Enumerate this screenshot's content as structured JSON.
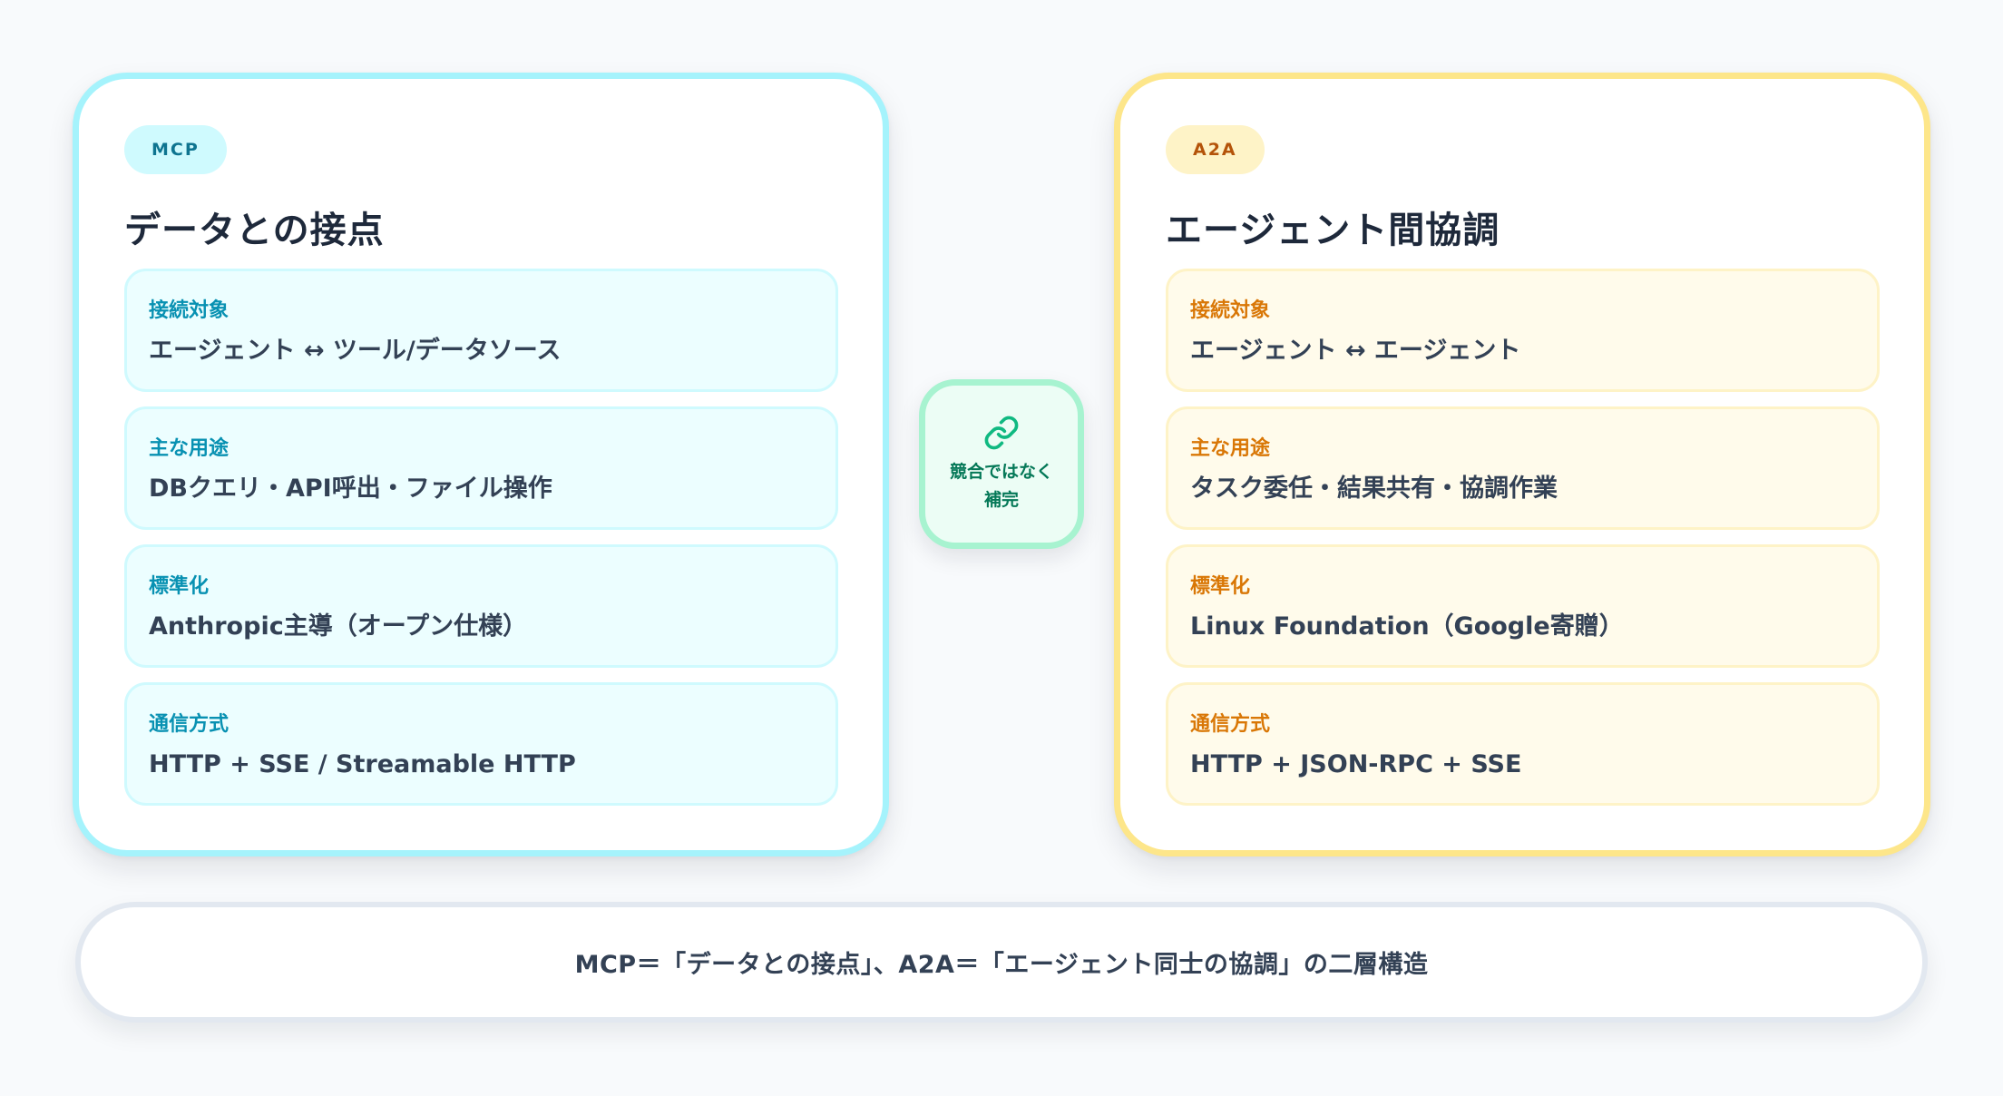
{
  "colors": {
    "mcp_border": "#a5f3fc",
    "mcp_accent": "#0891b2",
    "a2a_border": "#fde68a",
    "a2a_accent": "#d97706",
    "center_accent": "#10b981",
    "text_dark": "#1e293b"
  },
  "cards": [
    {
      "badge": "MCP",
      "title": "データとの接点",
      "items": [
        {
          "label": "接続対象",
          "value": "エージェント ↔ ツール/データソース"
        },
        {
          "label": "主な用途",
          "value": "DBクエリ・API呼出・ファイル操作"
        },
        {
          "label": "標準化",
          "value": "Anthropic主導（オープン仕様）"
        },
        {
          "label": "通信方式",
          "value": "HTTP + SSE / Streamable HTTP"
        }
      ]
    },
    {
      "badge": "A2A",
      "title": "エージェント間協調",
      "items": [
        {
          "label": "接続対象",
          "value": "エージェント ↔ エージェント"
        },
        {
          "label": "主な用途",
          "value": "タスク委任・結果共有・協調作業"
        },
        {
          "label": "標準化",
          "value": "Linux Foundation（Google寄贈）"
        },
        {
          "label": "通信方式",
          "value": "HTTP + JSON-RPC + SSE"
        }
      ]
    }
  ],
  "center": {
    "icon": "link-icon",
    "line1": "競合ではなく",
    "line2": "補完"
  },
  "summary": {
    "text": "MCP＝「データとの接点」、A2A＝「エージェント同士の協調」の二層構造"
  }
}
